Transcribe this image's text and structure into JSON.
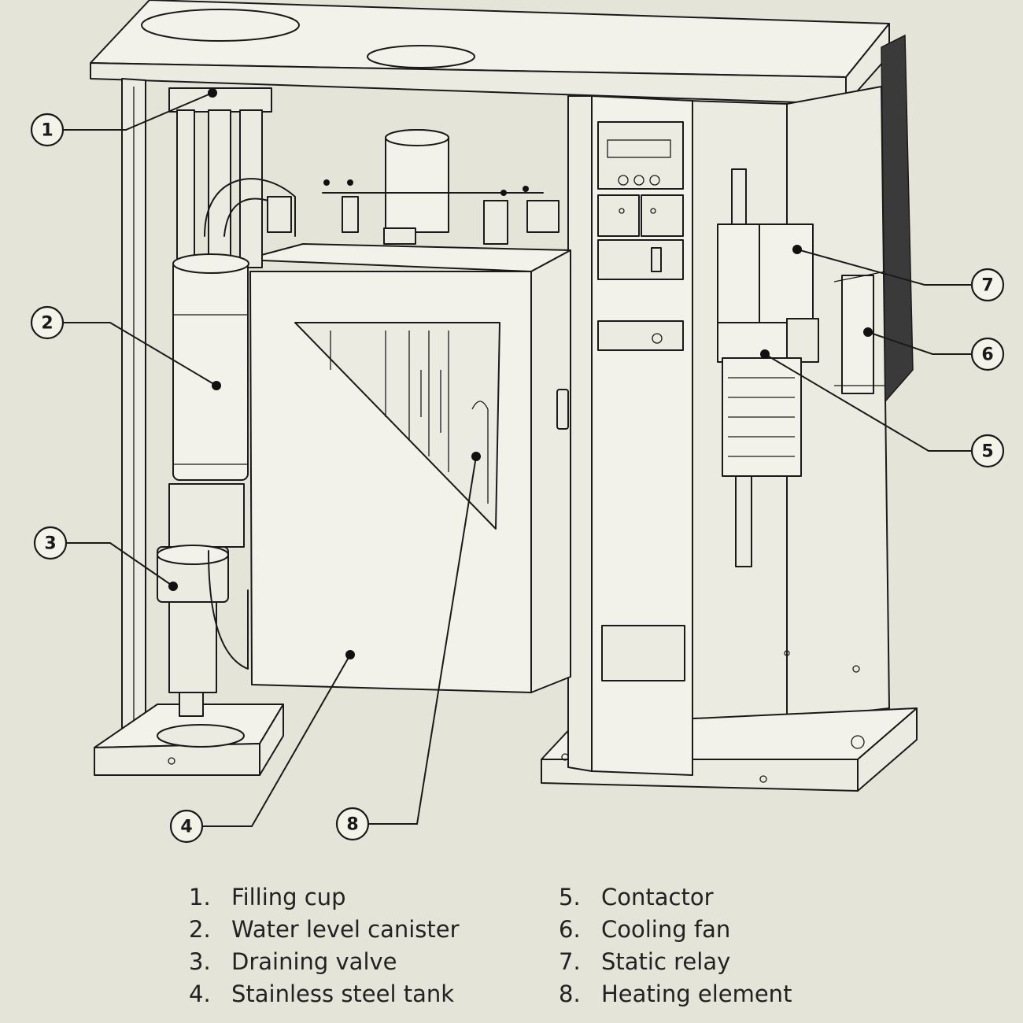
{
  "callouts": [
    {
      "id": "1",
      "label": "1"
    },
    {
      "id": "2",
      "label": "2"
    },
    {
      "id": "3",
      "label": "3"
    },
    {
      "id": "4",
      "label": "4"
    },
    {
      "id": "5",
      "label": "5"
    },
    {
      "id": "6",
      "label": "6"
    },
    {
      "id": "7",
      "label": "7"
    },
    {
      "id": "8",
      "label": "8"
    }
  ],
  "legend": {
    "left": [
      {
        "num": "1.",
        "text": "Filling cup"
      },
      {
        "num": "2.",
        "text": "Water level canister"
      },
      {
        "num": "3.",
        "text": "Draining valve"
      },
      {
        "num": "4.",
        "text": "Stainless steel tank"
      }
    ],
    "right": [
      {
        "num": "5.",
        "text": "Contactor"
      },
      {
        "num": "6.",
        "text": "Cooling fan"
      },
      {
        "num": "7.",
        "text": "Static relay"
      },
      {
        "num": "8.",
        "text": "Heating element"
      }
    ]
  },
  "colors": {
    "background": "#e5e4d9",
    "line": "#1a1a1a"
  }
}
